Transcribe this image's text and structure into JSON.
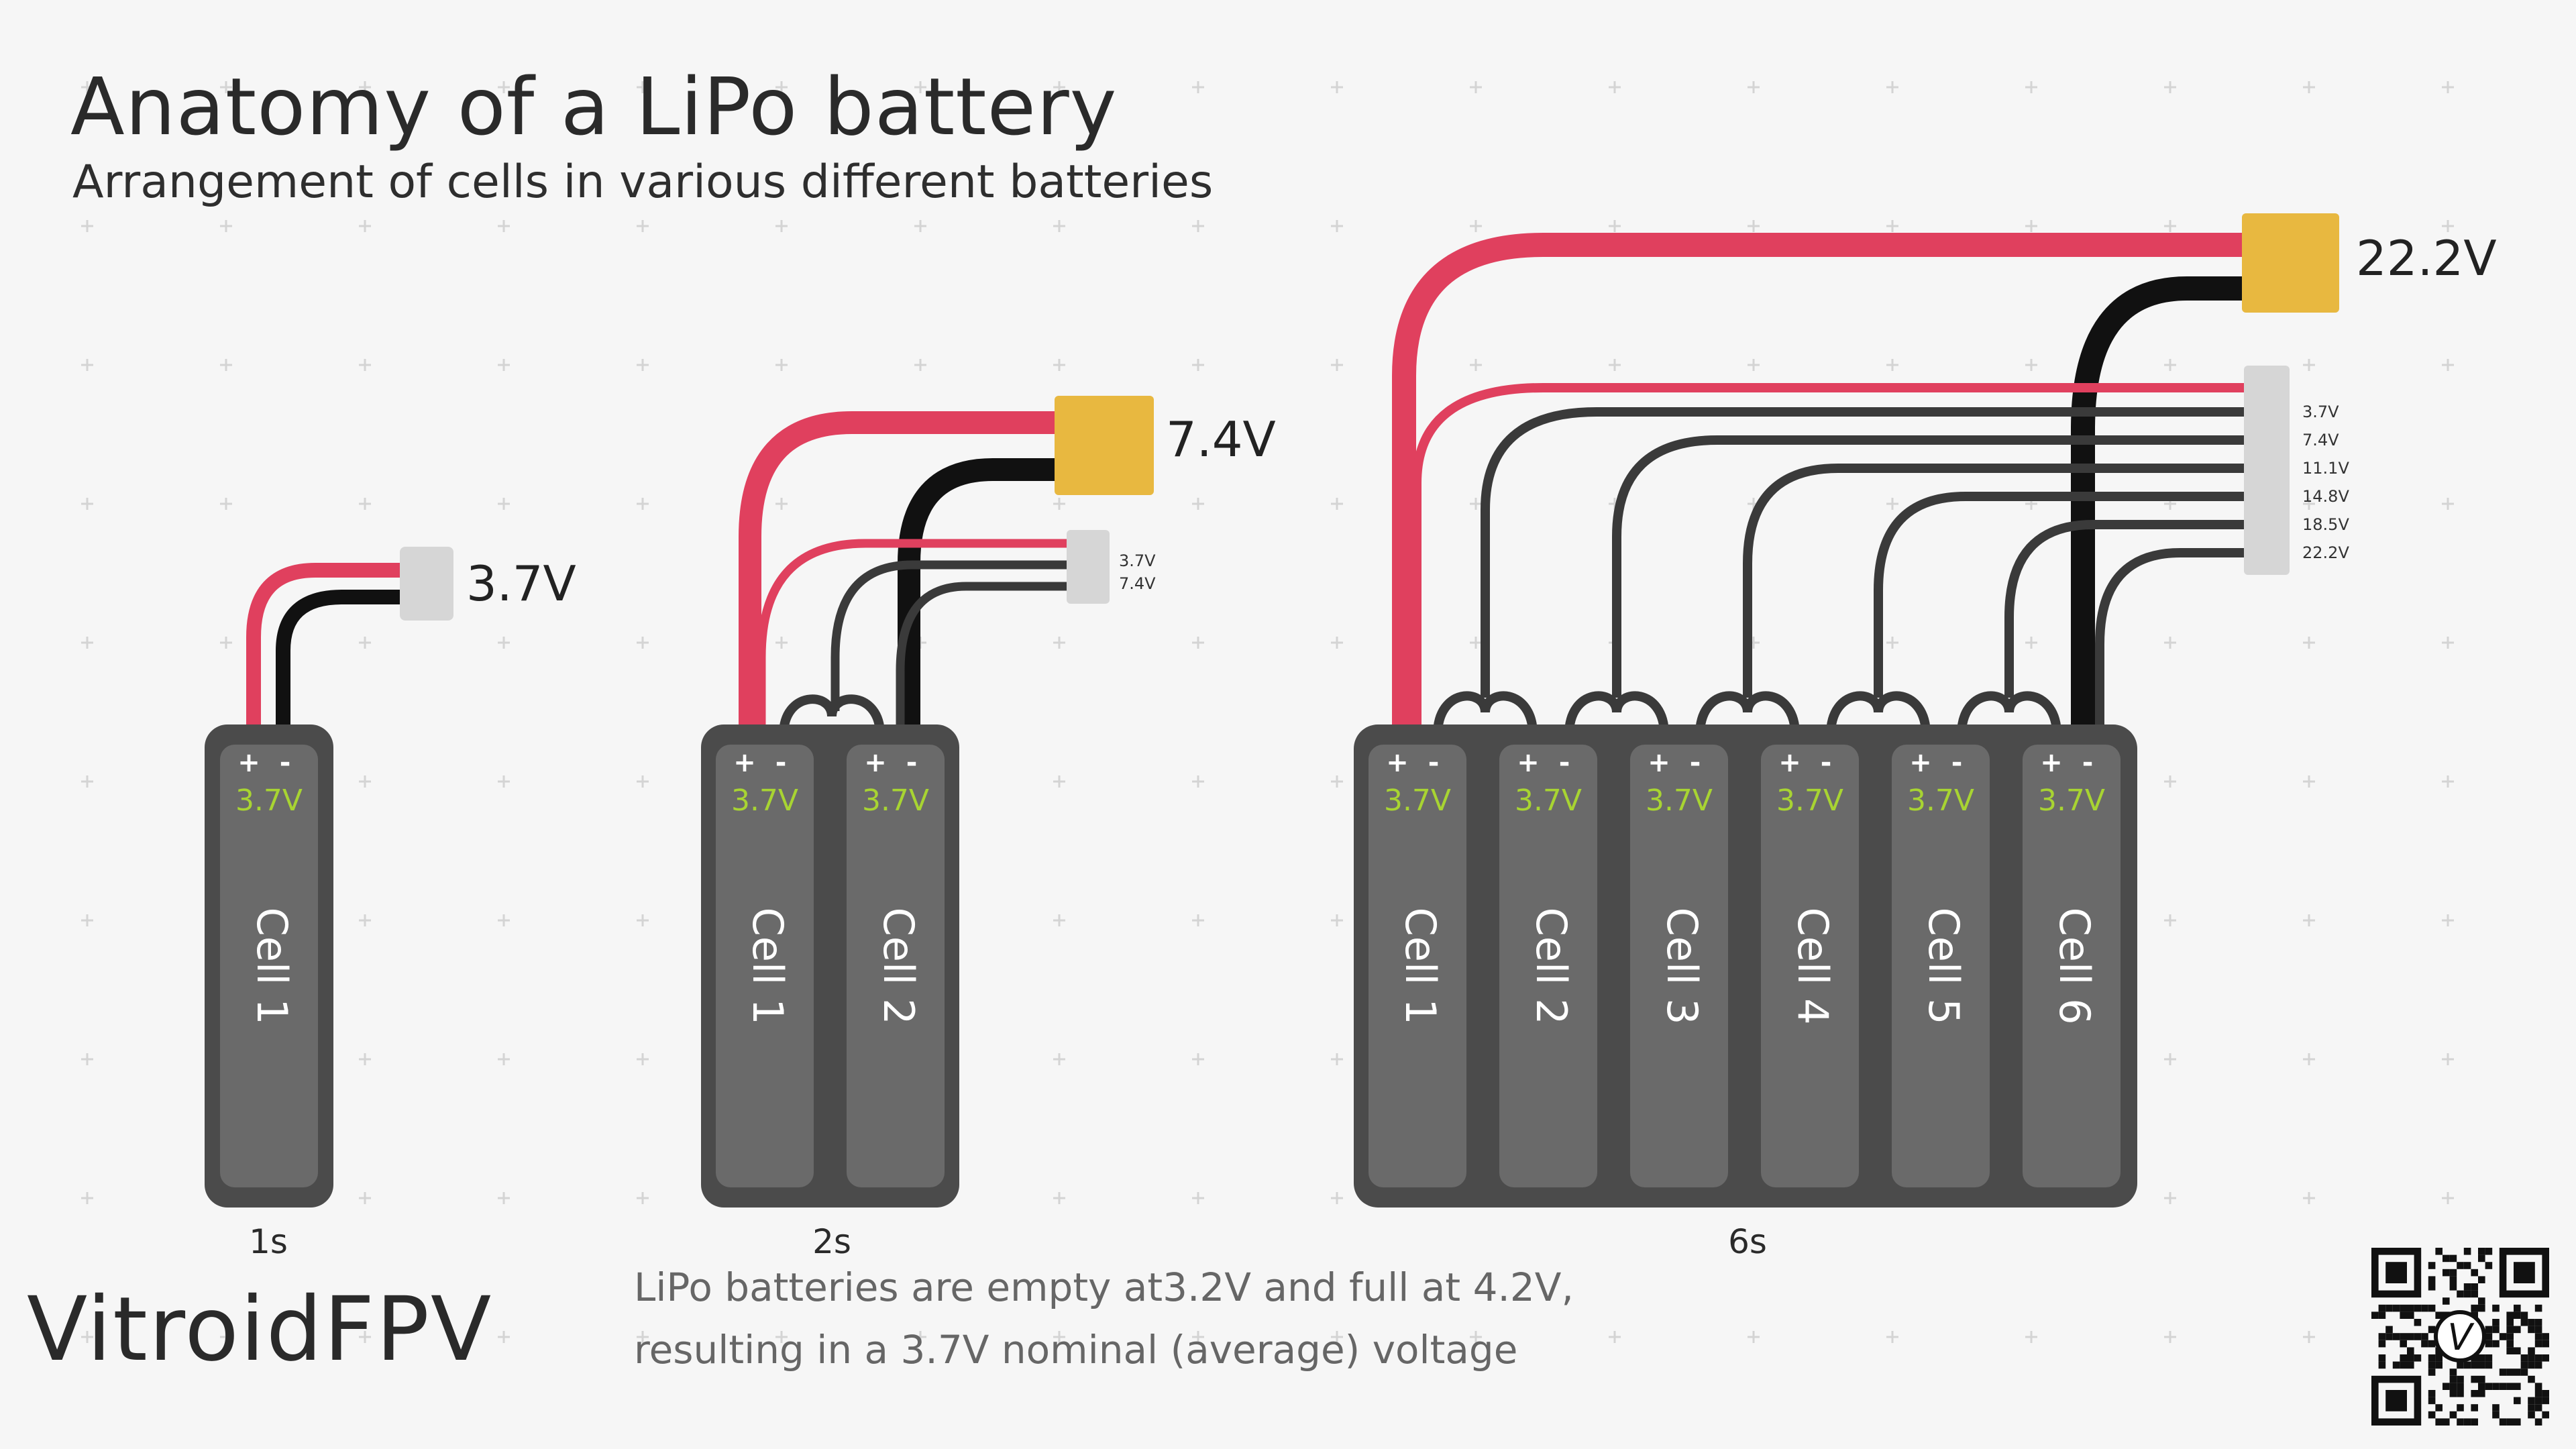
{
  "header": {
    "title": "Anatomy of a LiPo battery",
    "subtitle": "Arrangement of cells in various different batteries"
  },
  "brand": "VitroidFPV",
  "note": {
    "line1": "LiPo batteries are empty at3.2V and full at 4.2V,",
    "line2": "resulting in a 3.7V nominal (average) voltage"
  },
  "terminal": {
    "plus": "+",
    "minus": "-"
  },
  "colors": {
    "positive_wire": "#e0405e",
    "negative_wire": "#111111",
    "balance_wire": "#3a3a3a",
    "xt_connector": "#e8b840",
    "balance_connector": "#d6d6d6",
    "cell": "#6a6a6a",
    "pack": "#4b4b4b",
    "cell_voltage": "#a8d432"
  },
  "batteries": [
    {
      "label": "1s",
      "cells": [
        {
          "name": "Cell 1",
          "voltage": "3.7V"
        }
      ],
      "output_voltage": "3.7V",
      "balance_taps": []
    },
    {
      "label": "2s",
      "cells": [
        {
          "name": "Cell 1",
          "voltage": "3.7V"
        },
        {
          "name": "Cell 2",
          "voltage": "3.7V"
        }
      ],
      "output_voltage": "7.4V",
      "balance_taps": [
        "3.7V",
        "7.4V"
      ]
    },
    {
      "label": "6s",
      "cells": [
        {
          "name": "Cell 1",
          "voltage": "3.7V"
        },
        {
          "name": "Cell 2",
          "voltage": "3.7V"
        },
        {
          "name": "Cell 3",
          "voltage": "3.7V"
        },
        {
          "name": "Cell 4",
          "voltage": "3.7V"
        },
        {
          "name": "Cell 5",
          "voltage": "3.7V"
        },
        {
          "name": "Cell 6",
          "voltage": "3.7V"
        }
      ],
      "output_voltage": "22.2V",
      "balance_taps": [
        "3.7V",
        "7.4V",
        "11.1V",
        "14.8V",
        "18.5V",
        "22.2V"
      ]
    }
  ],
  "qr_code": {
    "center_glyph": "V"
  }
}
